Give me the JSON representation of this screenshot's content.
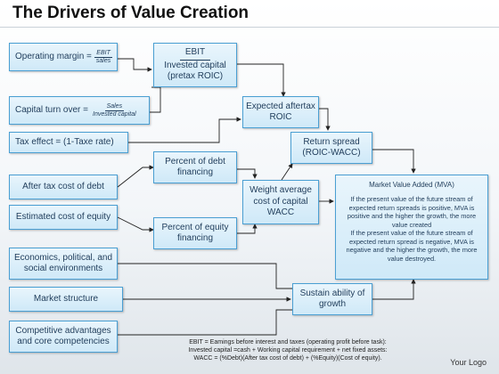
{
  "title": "The Drivers of Value Creation",
  "boxes": {
    "operating_margin": {
      "label": "Operating margin =",
      "num": "EBIT",
      "den": "sales"
    },
    "capital_turnover": {
      "label": "Capital turn over =",
      "num": "Sales",
      "den": "Invested capital"
    },
    "tax_effect": "Tax effect = (1-Taxe rate)",
    "after_tax_cost_debt": "After tax cost of debt",
    "cost_equity": "Estimated cost of equity",
    "economics": "Economics, political, and social environments",
    "market_structure": "Market structure",
    "competitive": "Competitive advantages and core competencies",
    "ebit_ratio": {
      "num": "EBIT",
      "den1": "Invested capital",
      "den2": "(pretax ROIC)"
    },
    "expected_aftertax": "Expected aftertax ROIC",
    "return_spread": "Return spread (ROIC-WACC)",
    "pct_debt": "Percent of debt financing",
    "pct_equity": "Percent of equity financing",
    "wacc": "Weight average cost of capital WACC",
    "sustain": "Sustain ability of growth",
    "mva": {
      "heading": "Market Value Added (MVA)",
      "p1": "If the present value of the future stream of expected return spreads is positive, MVA is positive and the higher the growth, the more value created",
      "p2": "If the present value of the future stream of expected return spread is negative, MVA is negative and the higher the growth, the more value destroyed."
    }
  },
  "footnote": {
    "line1": "EBIT = Eamings before interest and taxes (operating profit before task):",
    "line2": "Invested capital =cash + Working capital requirement + net fixed assets:",
    "line3": "WACC = (%Debt)(After tax cost of debt) + (%Equity)(Cost of equity)."
  },
  "logo": "Your Logo"
}
